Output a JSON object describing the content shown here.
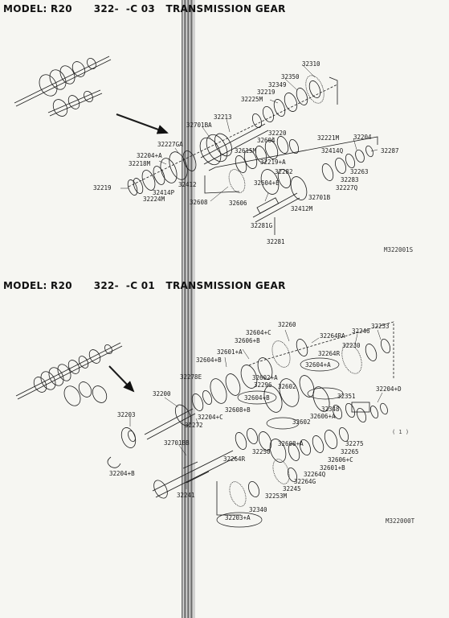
{
  "titles": {
    "top": "MODEL: R20      322-  -C 03   TRANSMISSION GEAR",
    "bottom": "MODEL: R20      322-  -C 01   TRANSMISSION GEAR"
  },
  "drawing_codes": {
    "top": "M322001S",
    "bottom": "M322000T"
  },
  "page_marker": "( 1 )",
  "top_labels": [
    "32310",
    "32350",
    "32349",
    "32219",
    "32225M",
    "32213",
    "32701BA",
    "32220",
    "32604",
    "32221M",
    "32204",
    "32227GA",
    "32615M",
    "32414Q",
    "32287",
    "32204+A",
    "32218M",
    "32219+A",
    "32263",
    "32412",
    "32414P",
    "32282",
    "32283",
    "32227Q",
    "32604+E",
    "32219",
    "32224M",
    "32701B",
    "32608",
    "32606",
    "32412M",
    "32281G",
    "32281"
  ],
  "bottom_labels": [
    "32260",
    "32253",
    "32604+C",
    "32264RA",
    "32246",
    "32606+B",
    "32230",
    "32601+A",
    "32264R",
    "32604+A",
    "32604+B",
    "32278E",
    "32602+A",
    "32296",
    "32604+B",
    "32602",
    "32200",
    "32351",
    "32204+D",
    "32348",
    "32608+B",
    "32204+C",
    "32272",
    "32203",
    "32602",
    "32606+A",
    "32608+A",
    "32701BB",
    "32250",
    "32275",
    "32265",
    "32264R",
    "32606+C",
    "32264Q",
    "32601+B",
    "32264G",
    "32204+B",
    "32245",
    "32253M",
    "32241",
    "32340",
    "32203+A"
  ]
}
